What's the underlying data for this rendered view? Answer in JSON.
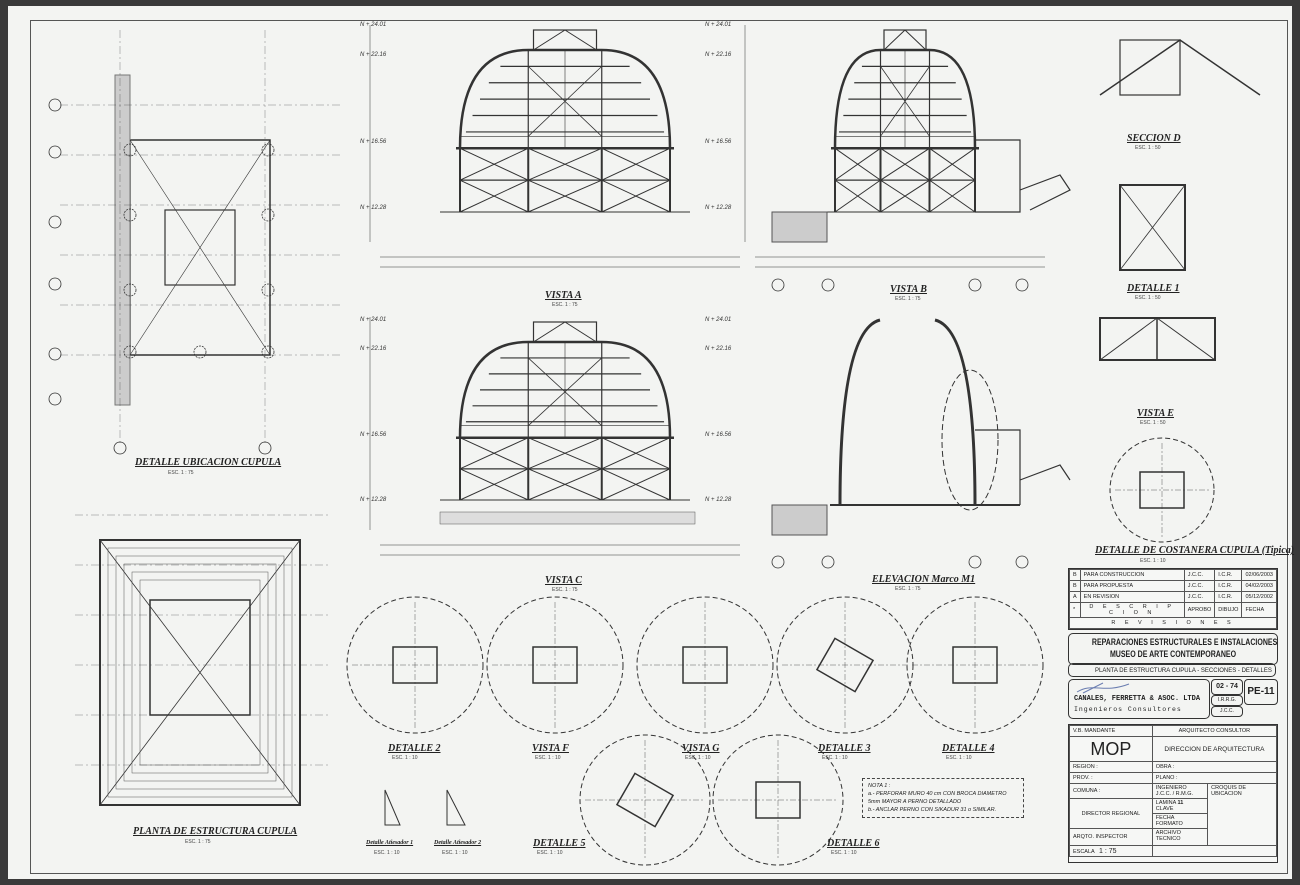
{
  "views": {
    "detalle_ubicacion": {
      "title": "DETALLE UBICACION CUPULA",
      "scale": "ESC. 1 : 75"
    },
    "planta_estructura": {
      "title": "PLANTA DE ESTRUCTURA CUPULA",
      "scale": "ESC. 1 : 75"
    },
    "vista_a": {
      "title": "VISTA  A",
      "scale": "ESC. 1 : 75"
    },
    "vista_b": {
      "title": "VISTA  B",
      "scale": "ESC. 1 : 75"
    },
    "vista_c": {
      "title": "VISTA  C",
      "scale": "ESC. 1 : 75"
    },
    "elevacion": {
      "title": "ELEVACION Marco M1",
      "scale": "ESC. 1 : 75"
    },
    "seccion_d": {
      "title": "SECCION  D",
      "scale": "ESC. 1 : 50"
    },
    "detalle_1": {
      "title": "DETALLE  1",
      "scale": "ESC. 1 : 50"
    },
    "vista_e": {
      "title": "VISTA  E",
      "scale": "ESC. 1 : 50"
    },
    "costanera": {
      "title": "DETALLE DE COSTANERA CUPULA (Tipica)",
      "scale": "ESC. 1 : 10"
    },
    "detalle_2": {
      "title": "DETALLE  2",
      "scale": "ESC. 1 : 10"
    },
    "vista_f": {
      "title": "VISTA  F",
      "scale": "ESC. 1 : 10"
    },
    "vista_g": {
      "title": "VISTA  G",
      "scale": "ESC. 1 : 10"
    },
    "detalle_3": {
      "title": "DETALLE  3",
      "scale": "ESC. 1 : 10"
    },
    "detalle_4": {
      "title": "DETALLE  4",
      "scale": "ESC. 1 : 10"
    },
    "detalle_5": {
      "title": "DETALLE  5",
      "scale": "ESC. 1 : 10"
    },
    "detalle_6": {
      "title": "DETALLE  6",
      "scale": "ESC. 1 : 10"
    },
    "atiesador_1": {
      "title": "Detalle Atiesador 1",
      "scale": "ESC. 1 : 10"
    },
    "atiesador_2": {
      "title": "Detalle Atiesador 2",
      "scale": "ESC. 1 : 10"
    }
  },
  "levels": [
    "N + 24.01",
    "N + 22.16",
    "N + 16.56",
    "N + 12.28"
  ],
  "note": {
    "title": "NOTA 1 :",
    "a": "a.- PERFORAR MURO 40 cm CON BROCA DIAMETRO 5mm MAYOR A PERNO DETALLADO",
    "b": "b.- ANCLAR PERNO CON SIKADUR 31 o SIMILAR."
  },
  "revisions": {
    "rows": [
      {
        "rev": "B",
        "desc": "PARA CONSTRUCCION",
        "aprobo": "J.C.C.",
        "dibujo": "I.C.R.",
        "fecha": "02/06/2003"
      },
      {
        "rev": "B",
        "desc": "PARA PROPUESTA",
        "aprobo": "J.C.C.",
        "dibujo": "I.C.R.",
        "fecha": "04/02/2003"
      },
      {
        "rev": "A",
        "desc": "EN REVISION",
        "aprobo": "J.C.C.",
        "dibujo": "I.C.R.",
        "fecha": "05/12/2002"
      }
    ],
    "header": {
      "rev": "*",
      "desc": "D E S C R I P C I O N",
      "aprobo": "APROBO",
      "dibujo": "DIBUJO",
      "fecha": "FECHA"
    },
    "footer": "R E V I S I O N E S"
  },
  "project": {
    "line1": "REPARACIONES ESTRUCTURALES E INSTALACIONES",
    "line2": "MUSEO DE ARTE CONTEMPORANEO",
    "plan_title": "PLANTA DE ESTRUCTURA CUPULA - SECCIONES - DETALLES"
  },
  "firm": {
    "name": "CANALES, FERRETTA & ASOC. LTDA",
    "sub": "Ingenieros Consultores",
    "project_no": "02 - 74",
    "sheet": "PE-11",
    "dib": "I.R.R.G.",
    "rev": "J.C.C."
  },
  "mop": {
    "vb": "V.B. MANDANTE",
    "arq": "ARQUITECTO CONSULTOR",
    "logo": "MOP",
    "direccion": "DIRECCION DE ARQUITECTURA",
    "region": "REGION :",
    "prov": "PROV. :",
    "comuna": "COMUNA :",
    "obra": "OBRA :",
    "plano": "PLANO :",
    "director": "DIRECTOR REGIONAL",
    "ingeniero": "INGENIERO",
    "ingeniero_val": "J.C.C. / R.M.G.",
    "lamina": "LAMINA",
    "lamina_val": "11",
    "clave": "CLAVE",
    "fecha": "FECHA",
    "formato": "FORMATO",
    "croquis": "CROQUIS DE UBICACION",
    "inspector": "ARQTO. INSPECTOR",
    "archivo": "ARCHIVO TECNICO",
    "escala": "ESCALA",
    "escala_val": "1 : 75"
  }
}
